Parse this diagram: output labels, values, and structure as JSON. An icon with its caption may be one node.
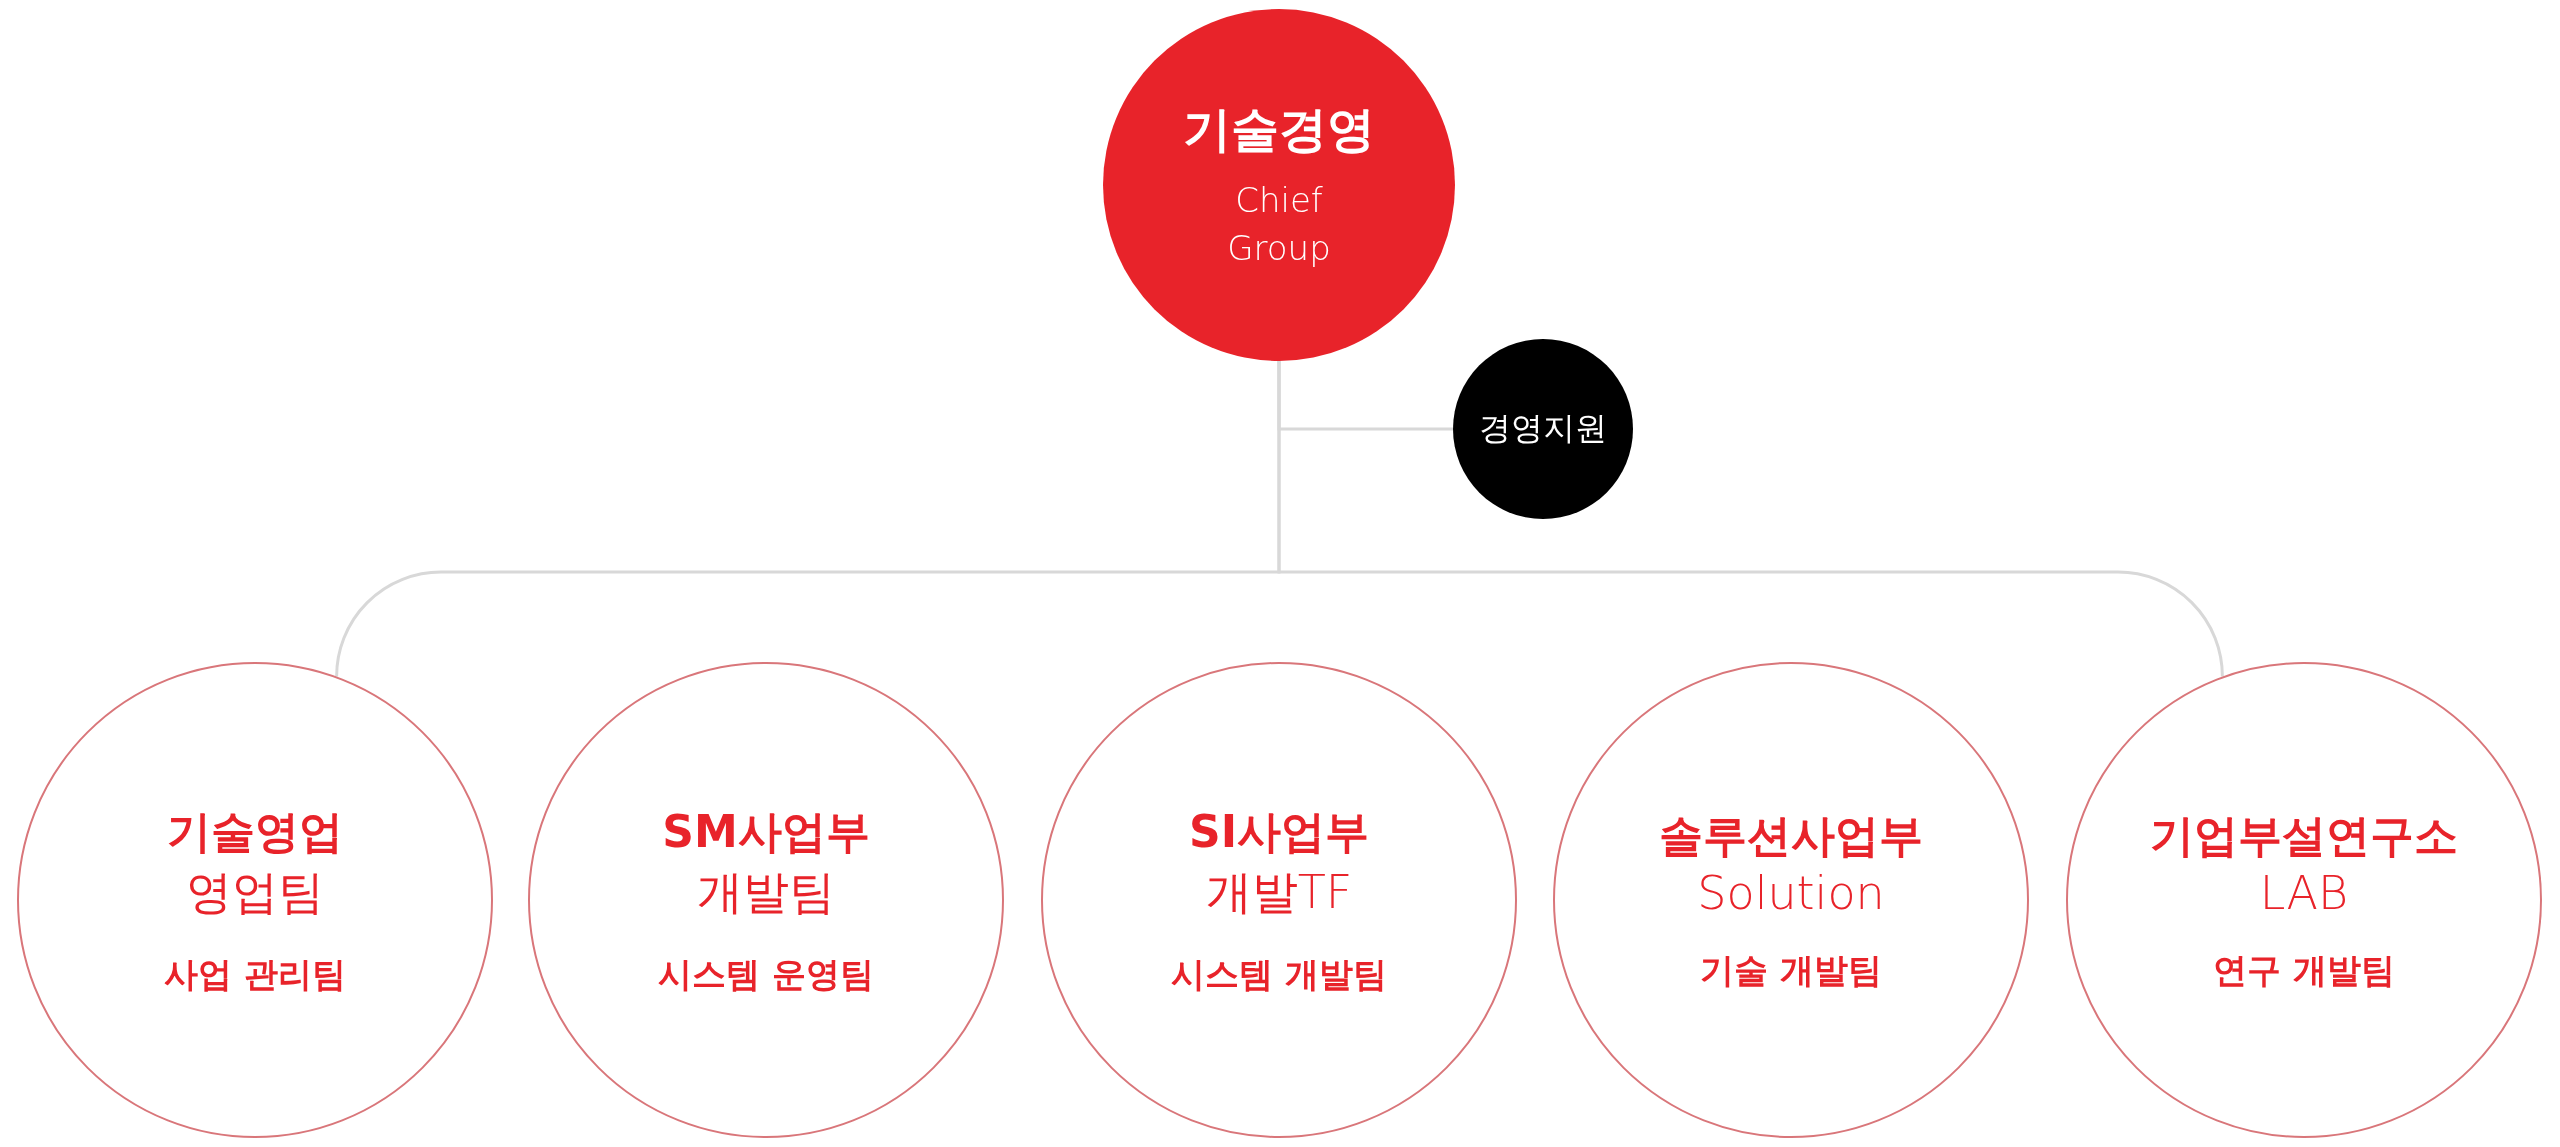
{
  "diagram": {
    "nodes": [
      {
        "text": [
          "기술경영",
          "Chief Group"
        ]
      },
      {
        "text": [
          "경영지원"
        ]
      },
      {
        "text": [
          "기술영업",
          "영업팀",
          "사업 관리팀"
        ]
      },
      {
        "text": [
          "SM사업부",
          "개발팀",
          "시스템 운영팀"
        ]
      },
      {
        "text": [
          "SI사업부",
          "개발TF",
          "시스템 개발팀"
        ]
      },
      {
        "text": [
          "솔루션사업부",
          "Solution",
          "기술 개발팀"
        ]
      },
      {
        "text": [
          "기업부설연구소",
          "LAB",
          "연구 개발팀"
        ]
      }
    ],
    "edges": [
      {
        "from": 0,
        "to": 1,
        "arrow": "none"
      },
      {
        "from": 0,
        "to": 2,
        "arrow": "none"
      },
      {
        "from": 0,
        "to": 6,
        "arrow": "none"
      }
    ]
  }
}
